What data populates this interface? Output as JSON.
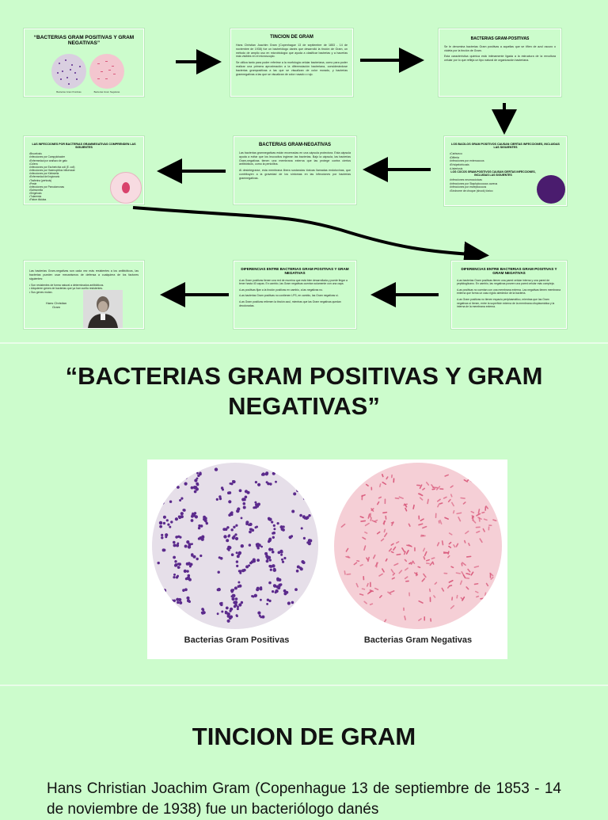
{
  "map": {
    "box1": {
      "title": "“BACTERIAS GRAM POSITIVAS Y GRAM NEGATIVAS”",
      "cap_left": "Bacterias Gram Positivas",
      "cap_right": "Bacterias Gram Negativas"
    },
    "box2": {
      "title": "TINCION DE GRAM",
      "text1": "Hans Christian Joachim Gram (Copenhague 13 de septiembre de 1853 - 14 de noviembre de 1938) fue un bacteriólogo danés que desarrolló la tinción de Gram, un método de amplio uso en microbiología que ayuda a clasificar bacterias y a hacerlas más visibles en el microscopio.",
      "text2": "Se utiliza tanto para poder referirse a la morfología celular bacteriana, como para poder realizar una primera aproximación a la diferenciación bacteriana, considerándose bacterias grampositivas a las que se visualizan de color morado, y bacterias gramnegativas a las que se visualizan de color rosado o rojo."
    },
    "box3": {
      "title": "BACTERIAS GRAM-POSITIVAS",
      "text1": "Se le denomina bacterias Gram positivas a aquellas que se tiñen de azul oscuro o violeta por la tinción de Gram.",
      "text2": "Esta característica química está íntimamente ligada a la estructura de la envoltura celular por lo que refleja un tipo natural de organización bacteriana."
    },
    "box4": {
      "title": "LOS BACILOS GRAM POSITIVOS CAUSAN CIERTAS INFECCIONES, INCLUIDAS LAS SIGUIENTES",
      "items": [
        "•Carbunco",
        "•Difteria",
        "•Infecciones por enterococos",
        "•Erisipelotricosis",
        "•Listeriosis"
      ],
      "title2": "LOS COCOS GRAM-POSITIVOS CAUSAN CIERTAS INFECCIONES, INCLUIDAS LAS SIGUIENTES",
      "items2": [
        "•Infecciones neumocócicas",
        "•Infecciones por Staphylococcus aureus",
        "•Infecciones por estreptococos",
        "•Síndrome de choque (shock) tóxico"
      ]
    },
    "box5": {
      "title": "BACTERIAS GRAM-NEGATIVAS",
      "text1": "Las bacterias gramnegativas están encerradas en una cápsula protectora. Esta cápsula ayuda a evitar que los leucocitos ingieran las bacterias. Bajo la cápsula, las bacterias Gram-negativas tienen una membrana externa que las protege contra ciertos antibióticos, como la penicilina.",
      "text2": "Al desintegrarse, esta membrana libera sustancias tóxicas llamadas endotoxinas, que contribuyen a la gravedad de los síntomas en las infecciones por bacterias gramnegativas."
    },
    "box6": {
      "title": "LAS INFECCIONES POR BACTERIAS GRAMNEGATIVAS COMPRENDEN LAS SIGUIENTES",
      "items": [
        "•Brucelosis",
        "•Infecciones por Campylobacter",
        "•Enfermedad por arañazo de gato",
        "•Cólera",
        "•Infecciones por Escherichia coli (E. coli)",
        "•Infecciones por Haemophilus influenzae",
        "•Infecciones por Klebsiella",
        "•Enfermedad del legionario",
        "•Tosferina (pertusis)",
        "•Peste",
        "•Infecciones por Pseudomonas",
        "•Salmonella",
        "•Shigelosis",
        "•Tularemia",
        "•Fiebre tifoidea"
      ]
    },
    "box7": {
      "title": "DIFERENCIAS ENTRE BACTERIAS GRAM POSITIVAS Y GRAM NEGATIVAS",
      "items": [
        "•Las bacterias Gram positivas tienen una pared celular interna y una pared de peptidoglicano. En cambio, las negativas poseen una pared celular más compleja.",
        "•Las positivas no cuentan con una membrana externa. Las negativas tienen membrana externa que forma un caso rígido alrededor de la bacteria.",
        "•Las Gram positivas no tienen espacio periplasmático, mientras que las Gram negativas sí tienen, entre la superficie externa de la membrana citoplasmática y la interna de la membrana externa."
      ]
    },
    "box8": {
      "title": "DIFERENCIAS ENTRE BACTERIAS GRAM POSITIVAS Y GRAM NEGATIVAS",
      "items": [
        "•Las Gram positivas tienen una red de mureína que está bien desarrollada y puede llegar a tener hasta 40 capas. En cambio, las Gram negativas cuentan solamente con una capa.",
        "•Las positivas fijan a la tinción positivas en cambio, a las negativas no.",
        "•Las bacterias Gram positivas no contienen LPS, en cambio, las Gram negativas sí.",
        "•Las Gram positivas retienen la tinción azul, mientras que las Gram negativas quedan decoloradas."
      ]
    },
    "box9": {
      "text1": "Las bacterias Gram-negativas son cada vez más resistentes a los antibióticos, las bacterias pueden usar mecanismos de defensa a cualquiera de los factores siguientes:",
      "items": [
        "• Son resistentes de forma natural a determinados antibióticos.",
        "• Adquieren genes de bacterias que ya han vuelto resistentes.",
        "• Sus genes mutan."
      ],
      "portrait_caption": "Hans Christian Gram"
    }
  },
  "slide1": {
    "title": "“BACTERIAS GRAM POSITIVAS Y GRAM NEGATIVAS”",
    "caption_left": "Bacterias Gram Positivas",
    "caption_right": "Bacterias Gram Negativas"
  },
  "slide2": {
    "title": "TINCION DE GRAM",
    "body": "Hans Christian Joachim Gram (Copenhague 13 de septiembre de 1853 - 14 de noviembre de 1938) fue un bacteriólogo danés"
  },
  "colors": {
    "background": "#ccfccc",
    "gram_positive": "#5b2a8c",
    "gram_negative": "#d95a7c",
    "plate_positive": "#d9cfe0",
    "plate_negative": "#f3c6cf"
  }
}
